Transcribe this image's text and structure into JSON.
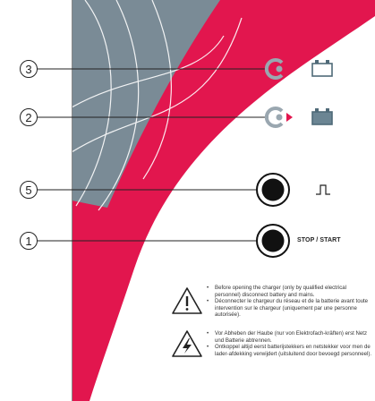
{
  "callouts": {
    "led_3": "3",
    "led_2": "2",
    "button_5": "5",
    "button_1": "1"
  },
  "stop_start_label": "STOP / START",
  "colors": {
    "pink": "#e2164e",
    "grey_band": "#7a8b96",
    "led_arc": "#9aa7b0",
    "arrow_red": "#e2164e",
    "battery_outline": "#4f6a78",
    "battery_full": "#6b8593",
    "button_black": "#111111"
  },
  "icons": {
    "led_3_indicator": "led-arrow-icon",
    "led_3_battery": "battery-empty-icon",
    "led_2_indicator": "led-arrow-icon",
    "led_2_battery": "battery-full-icon",
    "button_5_symbol": "pulse-icon",
    "warning_1": "warning-exclamation-icon",
    "warning_2": "warning-lightning-icon"
  },
  "warnings": {
    "general": [
      "Before opening the charger (only by qualified electrical personnel) disconnect battery and mains.",
      "Déconnecter le chargeur du réseau et de la batterie avant toute intervention sur le chargeur (uniquement par une personne autorisée)."
    ],
    "electrical": [
      "Vor Abheben der Haube (nur von Elektrofach-kräften) erst Netz und Batterie abtrennen.",
      "Ontkoppel altijd eerst batterijstekkers en netstekker voor men de lader-afdekking verwijdert (uitsluitend door bevoegd personneel)."
    ]
  }
}
